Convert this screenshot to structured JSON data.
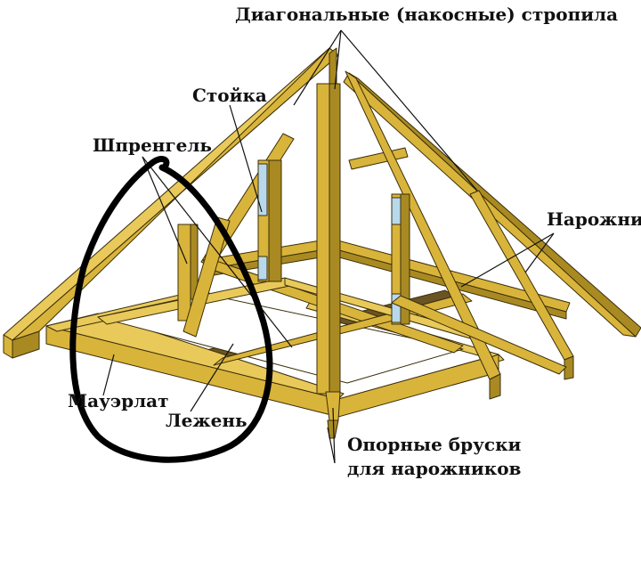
{
  "labels": {
    "diagonal_rafters": "Диагональные (накосные) стропила",
    "post": "Стойка",
    "truss_strut": "Шпренгель",
    "jack_rafters": "Нарожники",
    "wall_plate": "Мауэрлат",
    "sill_beam": "Лежень",
    "support_bars_line1": "Опорные бруски",
    "support_bars_line2": "для нарожников"
  },
  "colors": {
    "timber_face": "#d9b43a",
    "timber_light": "#e8c95a",
    "timber_shadow": "#a98a22",
    "timber_dark": "#6b5424",
    "timber_outline": "#3a2e0a",
    "gap_blue": "#b8d8ec",
    "highlight_loop": "#000000",
    "leader_line": "#111111",
    "background": "#ffffff"
  }
}
